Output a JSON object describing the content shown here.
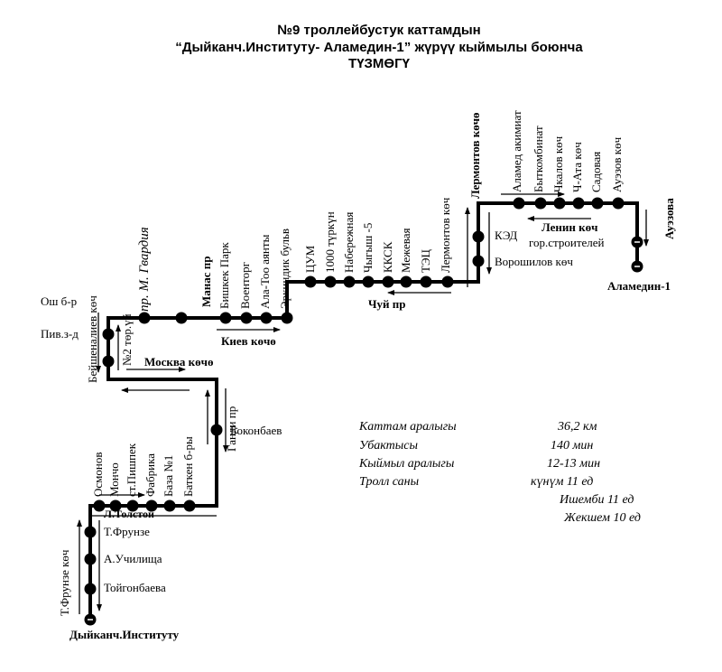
{
  "header": {
    "line1": "№9  троллейбустук каттамдын",
    "line2": "“Дыйканч.Институту- Аламедин-1” жүрүү кыймылы боюнча",
    "line3": "ТҮЗМӨГҮ"
  },
  "stops": {
    "osmonov": "Осмонов",
    "moncho": "Мончо",
    "pishpek": "ст.Пишпек",
    "fabrika": "Фабрика",
    "baza": "База №1",
    "batken": "Баткен б-ры",
    "tfrunze": "Т.Фрунзе",
    "uchilishcha": "А.Училища",
    "toygonbaeva": "Тойгонбаева",
    "dyikanch": "Дыйканч.Институту",
    "bokonbaev": "Боконбаев",
    "osh": "Ош б-р",
    "piv": "Пив.з-д",
    "bishkek_park": "Бишкек Парк",
    "voentorg": "Военторг",
    "ala_too": "Ала-Тоо аянты",
    "erkindik": "Эркиндик бульв",
    "tsum": "ЦУМ",
    "turkun": "1000 түркүн",
    "naberezhnaya": "Набережная",
    "chygysh": "Чыгыш -5",
    "kksk": "ККСК",
    "mezhevaya": "Межевая",
    "tets": "ТЭЦ",
    "lermontov": "Лермонтов көч",
    "ked": "КЭД",
    "voroshilov": "Ворошилов көч",
    "alamed_akimiat": "Аламед акимиат",
    "bytkombinat": "Быткомбинат",
    "chkalov": "Чкалов көч",
    "ch_ata": "Ч-Ата көч",
    "sadovaya": "Садовая",
    "auezov_kech": "Ауэзов көч",
    "gor_stroitelei": "гор.строителей",
    "alamedin": "Аламедин-1"
  },
  "streets": {
    "tfrunze_kech": "Т.Фрунзе көч",
    "ltolstoy": "Л.Толстой",
    "gandi": "Ганди пр",
    "moskva": "Москва көчө",
    "beishenaliev": "Бейшеналиев көч",
    "no2": "№2 төр.үй",
    "gvardiya": "пр. М. Гвардия",
    "manas": "Манас пр",
    "kiev": "Киев көчө",
    "chui": "Чуй пр",
    "lermontov_kech": "Лермонтов көчө",
    "lenin": "Ленин көч",
    "auezova": "Ауэзова"
  },
  "stats": {
    "rows": [
      {
        "label": "Каттам аралыгы",
        "value": "36,2 км"
      },
      {
        "label": "Убактысы",
        "value": "140 мин"
      },
      {
        "label": "Кыймыл аралыгы",
        "value": "12-13 мин"
      },
      {
        "label": "Тролл саны",
        "value": "күнүм 11 ед"
      }
    ],
    "saturday": "Ишемби  11 ед",
    "sunday": "Жекшем  10 ед"
  },
  "colors": {
    "line": "#000000",
    "background": "#ffffff"
  }
}
